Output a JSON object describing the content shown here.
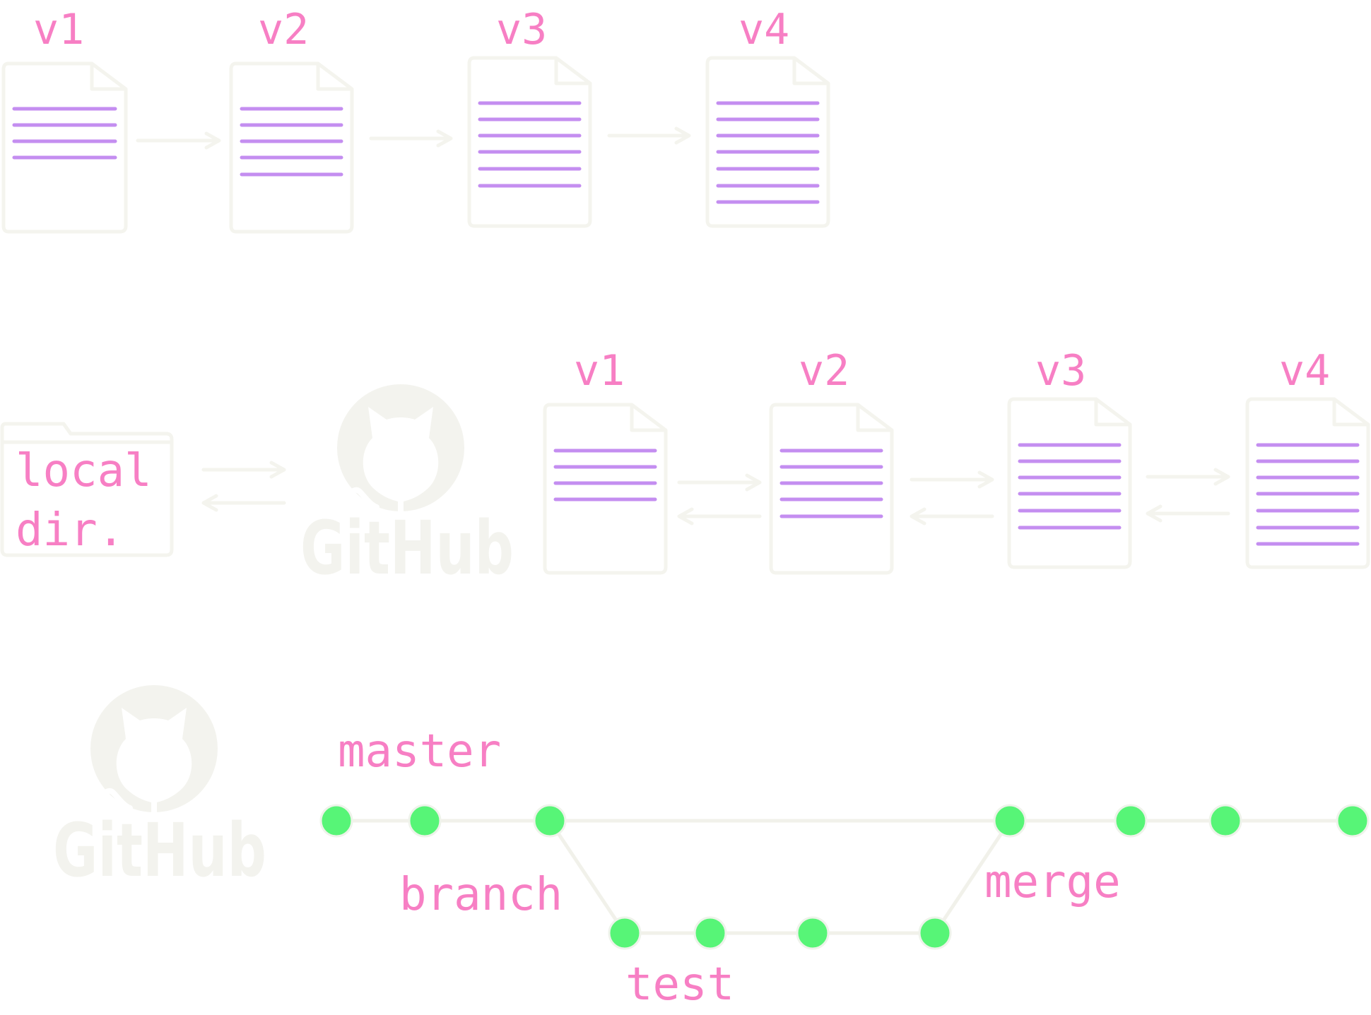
{
  "row1": {
    "versions": [
      "v1",
      "v2",
      "v3",
      "v4"
    ],
    "line_counts": [
      4,
      5,
      6,
      7
    ]
  },
  "row2": {
    "folder": {
      "line1": "local",
      "line2": "dir."
    },
    "logo": "GitHub",
    "logo_icon": "github-octocat-icon",
    "versions": [
      "v1",
      "v2",
      "v3",
      "v4"
    ],
    "line_counts": [
      4,
      5,
      6,
      7
    ]
  },
  "row3": {
    "logo": "GitHub",
    "logo_icon": "github-octocat-icon",
    "labels": {
      "master": "master",
      "branch": "branch",
      "test": "test",
      "merge": "merge"
    },
    "master_commits": 7,
    "test_commits": 4
  },
  "colors": {
    "label_pink": "#f77fc4",
    "text_line_purple": "#c48ef0",
    "commit_green": "#57f577",
    "outline_offwhite": "#f4f4ee"
  }
}
